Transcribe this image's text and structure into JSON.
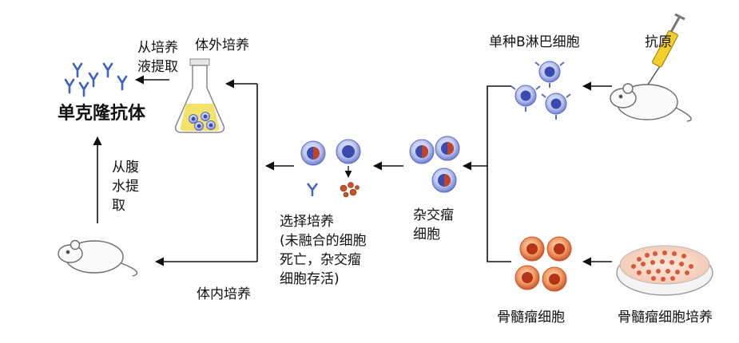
{
  "labels": {
    "antigen": "抗原",
    "single_b_cell": "单种B淋巴细胞",
    "in_vitro_culture": "体外培养",
    "from_culture_extract": "从培养\n液提取",
    "mab": "单克隆抗体",
    "from_ascites_extract": "从腹\n水提\n取",
    "hybridoma": "杂交瘤\n细胞",
    "selective_culture": "选择培养\n(未融合的细胞\n死亡，杂交瘤\n细胞存活)",
    "in_vivo_culture": "体内培养",
    "myeloma_cell": "骨髓瘤细胞",
    "myeloma_culture": "骨髓瘤细胞培养"
  },
  "colors": {
    "b_cell": "#3a4bb0",
    "myeloma": "#c0432c",
    "antibody": "#3f62c4",
    "arrow": "#111111",
    "medium": "#f3e36a"
  }
}
